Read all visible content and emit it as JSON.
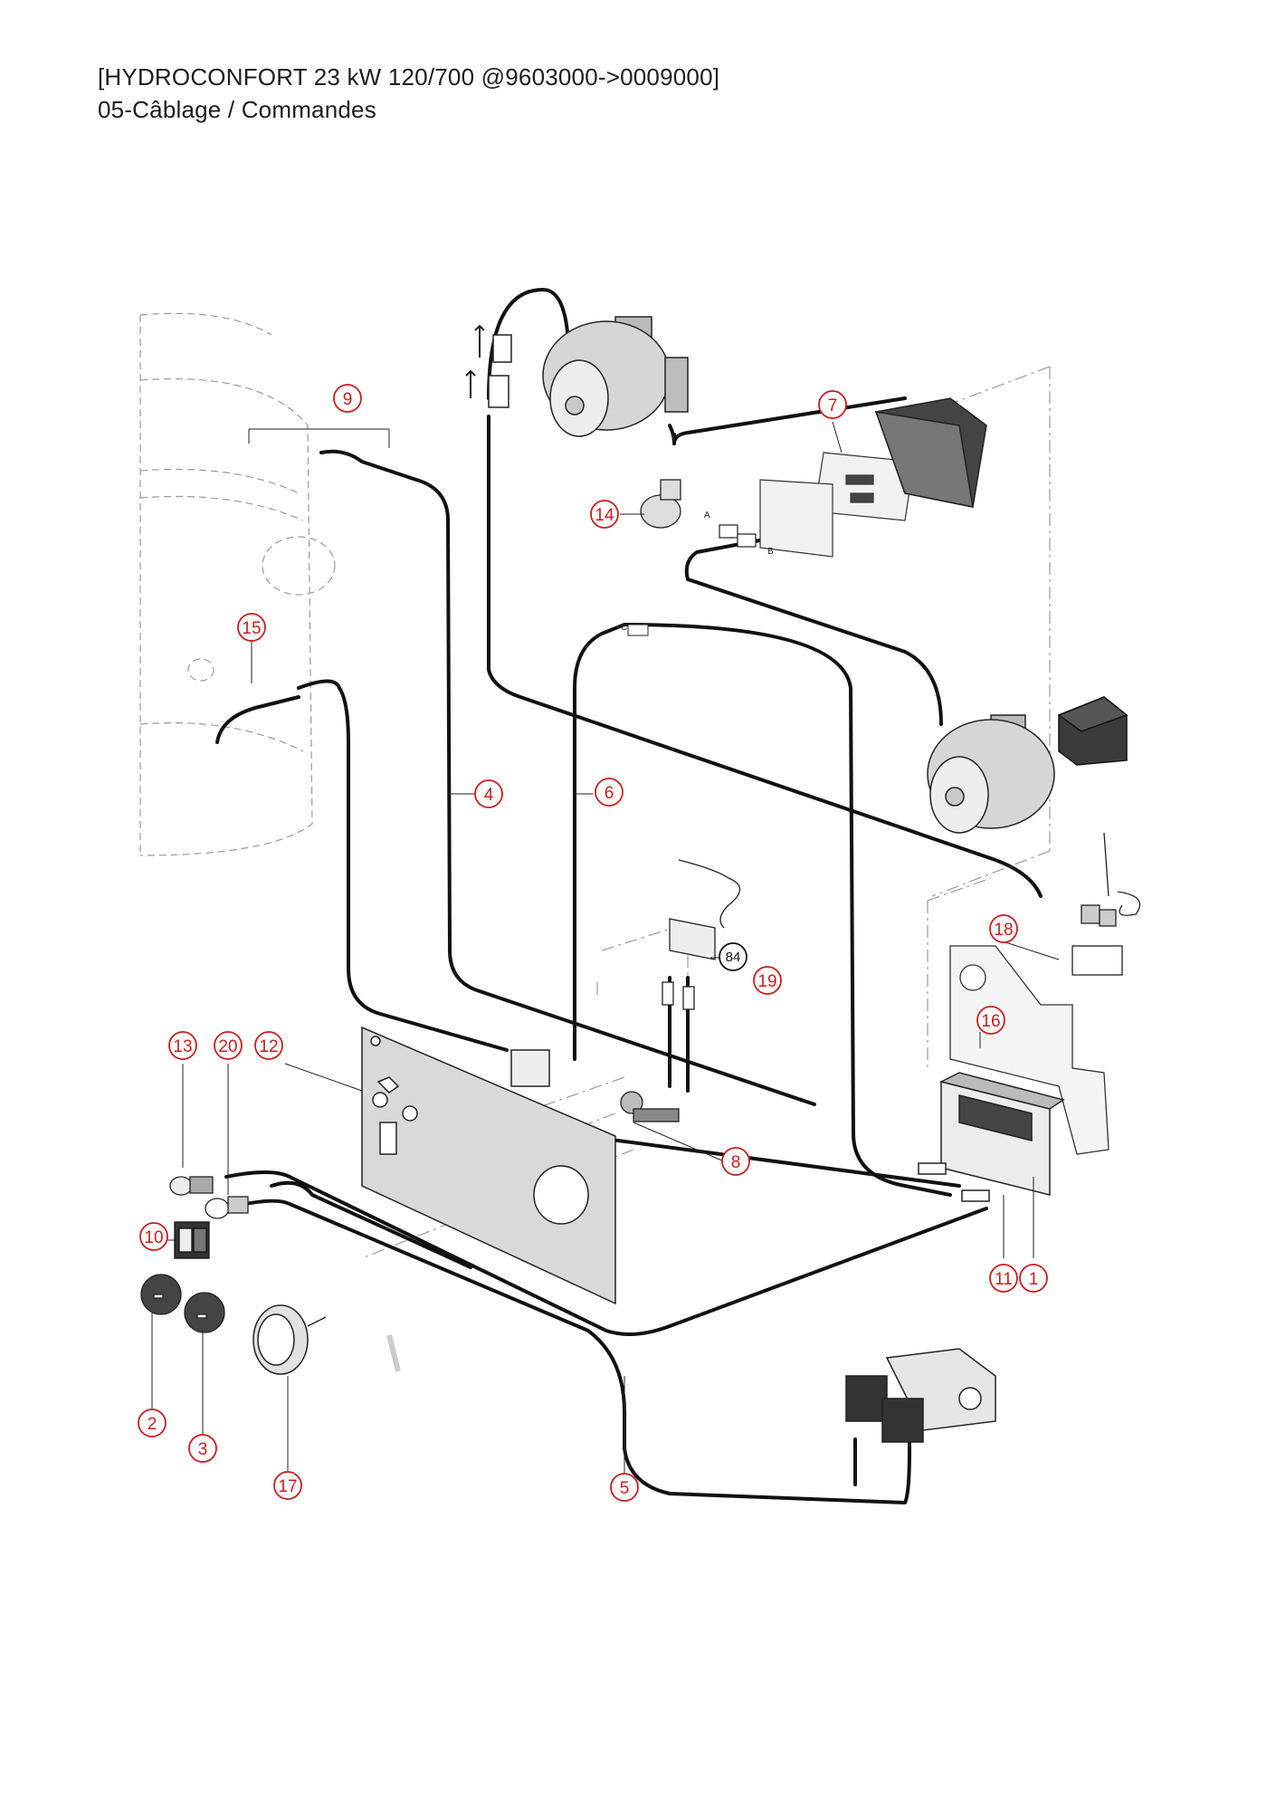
{
  "header": {
    "title": "[HYDROCONFORT 23 kW 120/700 @9603000->0009000]",
    "subtitle": "05-Câblage / Commandes"
  },
  "colors": {
    "callout": "#c81e1e",
    "wire": "#111111",
    "ghost": "#9a9a9a"
  },
  "callouts": [
    "9",
    "7",
    "14",
    "15",
    "4",
    "6",
    "18",
    "19",
    "84",
    "16",
    "13",
    "20",
    "12",
    "8",
    "10",
    "11",
    "1",
    "2",
    "3",
    "17",
    "5"
  ],
  "connector_labels": {
    "a": "A",
    "b": "B",
    "c": "C"
  }
}
